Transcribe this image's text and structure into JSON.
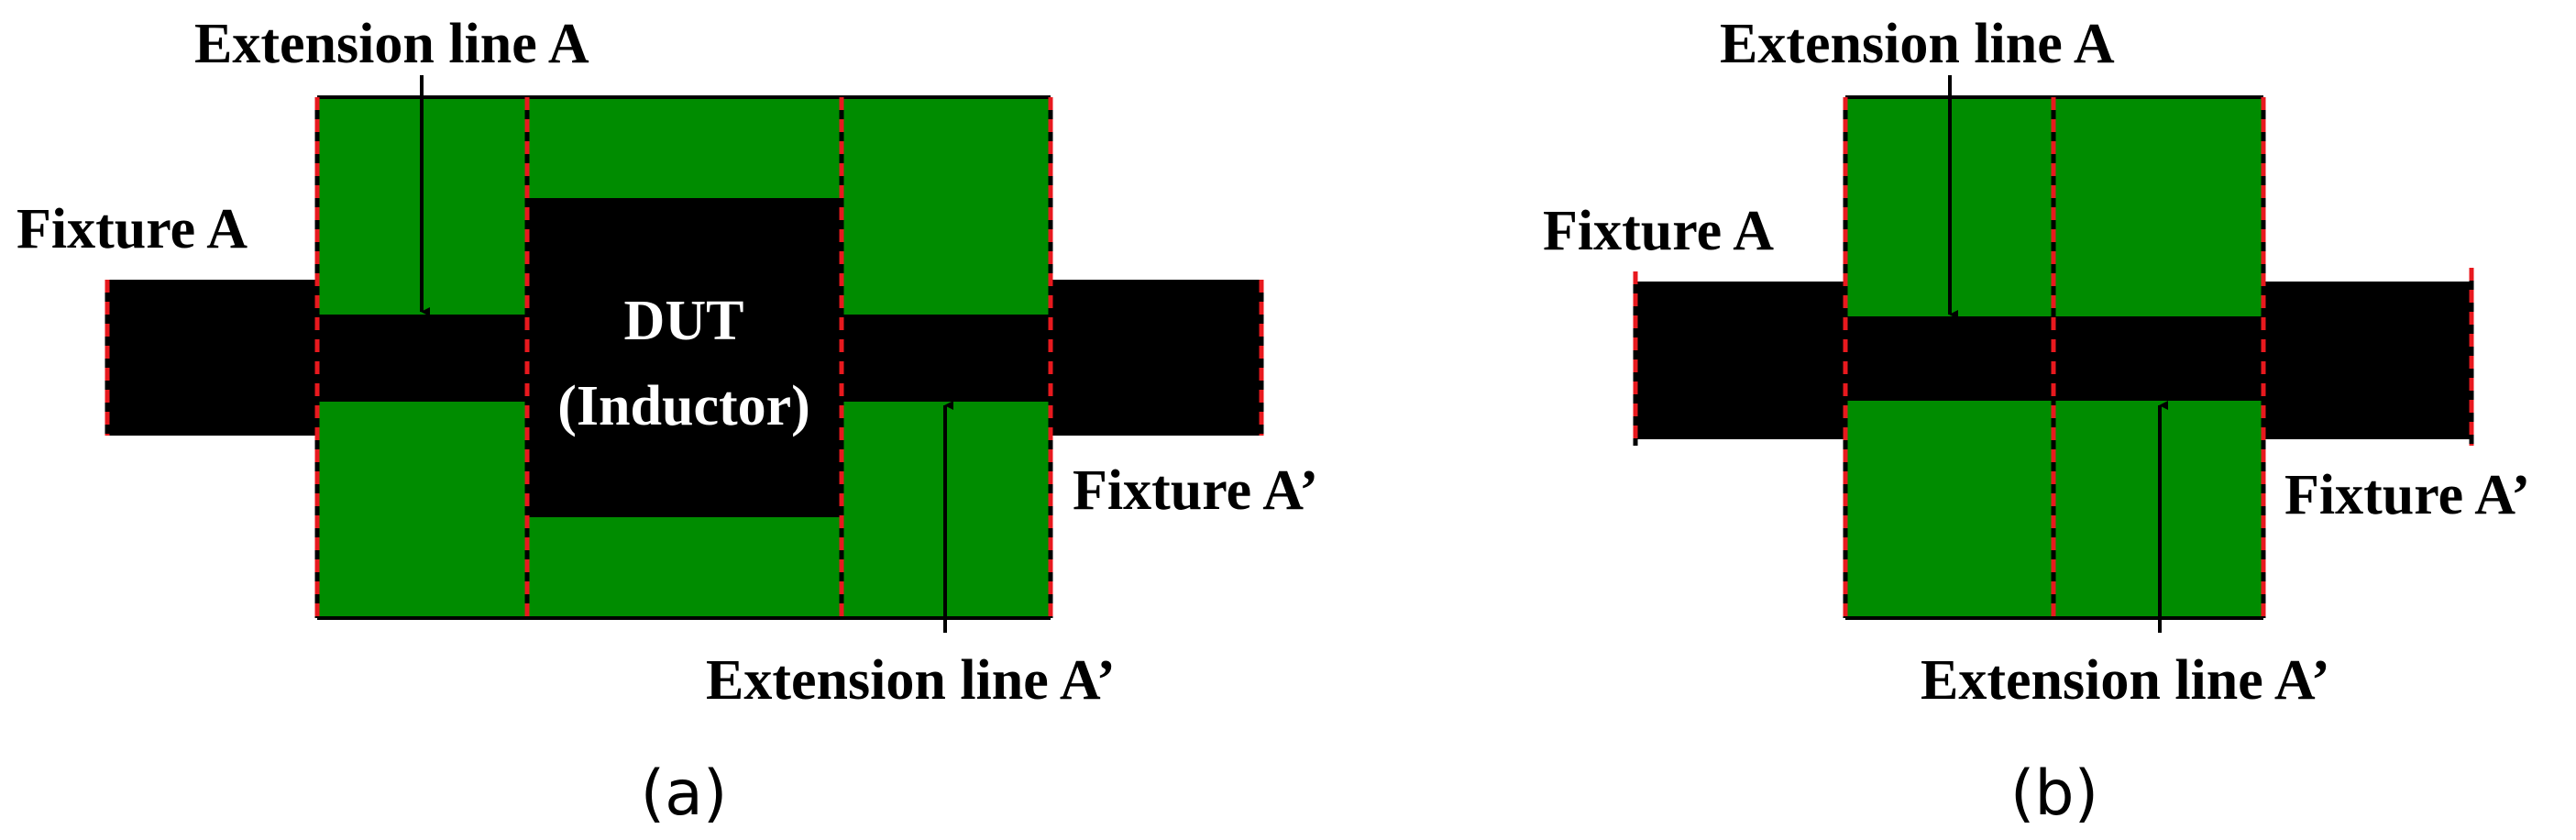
{
  "colors": {
    "substrate": "#008C00",
    "conductor": "#000000",
    "reference_plane": "#E8191E",
    "segment_edge": "#000000",
    "background": "#FFFFFF"
  },
  "panel_a": {
    "extension_top_label": "Extension line A",
    "fixture_left_label": "Fixture A",
    "dut_line1": "DUT",
    "dut_line2": "(Inductor)",
    "fixture_right_label": "Fixture A’",
    "extension_bottom_label": "Extension line A’",
    "caption": "(a)"
  },
  "panel_b": {
    "extension_top_label": "Extension line A",
    "fixture_left_label": "Fixture A",
    "fixture_right_label": "Fixture A’",
    "extension_bottom_label": "Extension line A’",
    "caption": "(b)"
  }
}
